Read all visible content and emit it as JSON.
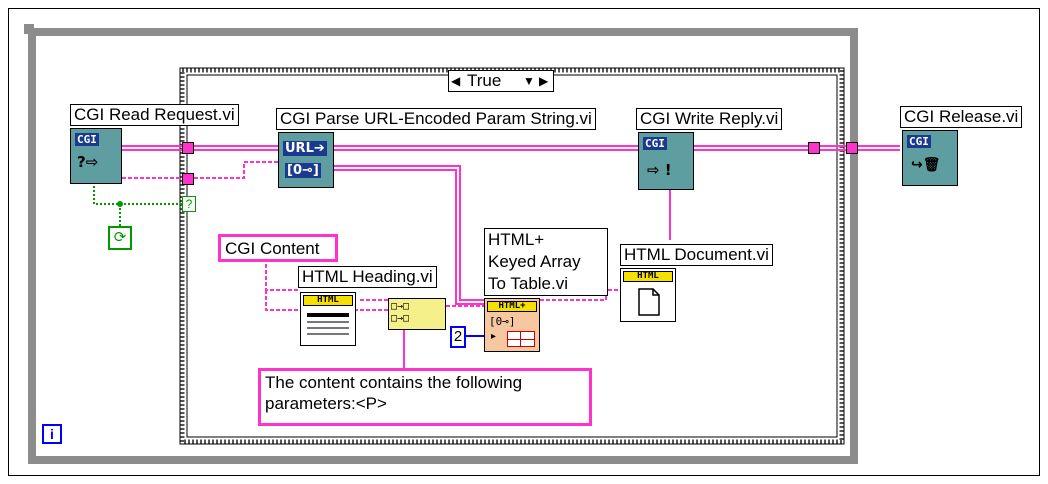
{
  "colors": {
    "wire": "#ff33cc",
    "teal_icon": "#5f9ea0",
    "loop_gray": "#8c8c8c",
    "boolean_green": "#009900",
    "index_blue": "#0000ff"
  },
  "case_structure": {
    "selector": "True"
  },
  "nodes": {
    "read_request": {
      "label": "CGI Read Request.vi",
      "icon_text": "CGI",
      "glyph": "?⇨"
    },
    "parse_url": {
      "label": "CGI Parse URL-Encoded Param String.vi",
      "icon_line1": "URL➔",
      "icon_line2": "[0⊸]"
    },
    "write_reply": {
      "label": "CGI Write Reply.vi",
      "icon_text": "CGI",
      "glyph": "⇨ !"
    },
    "release": {
      "label": "CGI Release.vi",
      "icon_text": "CGI",
      "glyph": "↪🗑"
    },
    "html_heading": {
      "label": "HTML Heading.vi",
      "icon_text": "HTML"
    },
    "keyed_array": {
      "label_line1": "HTML+",
      "label_line2": "Keyed Array",
      "label_line3": "To Table.vi",
      "icon_text": "HTML+",
      "icon_sub": "[0⊸]"
    },
    "html_document": {
      "label": "HTML Document.vi",
      "icon_text": "HTML"
    }
  },
  "constants": {
    "cgi_content": "CGI Content",
    "content_line1": "The content contains the following",
    "content_line2": "parameters:<P>",
    "number": "2",
    "loop_condition": "?",
    "iteration": "i"
  }
}
